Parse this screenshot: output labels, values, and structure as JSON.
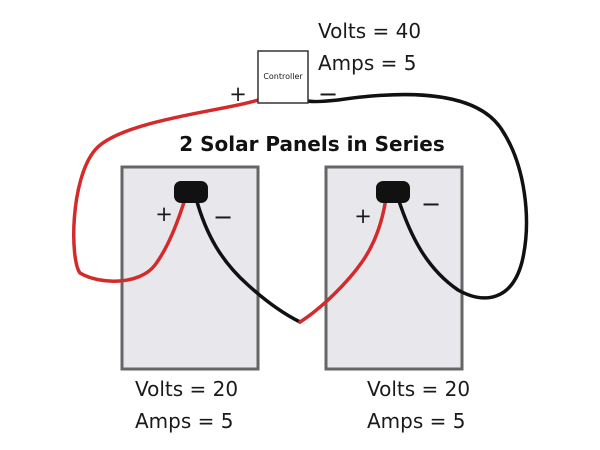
{
  "title": "2 Solar Panels in Series",
  "controller": {
    "label": "Controller",
    "plus": "+",
    "minus": "−",
    "volts": "Volts = 40",
    "amps": "Amps = 5"
  },
  "panels": [
    {
      "plus": "+",
      "minus": "−",
      "volts": "Volts = 20",
      "amps": "Amps = 5"
    },
    {
      "plus": "+",
      "minus": "−",
      "volts": "Volts = 20",
      "amps": "Amps = 5"
    }
  ],
  "colors": {
    "positive_wire": "#d42a2a",
    "negative_wire": "#111111",
    "panel_fill": "#e8e8ec",
    "panel_stroke": "#666666"
  }
}
